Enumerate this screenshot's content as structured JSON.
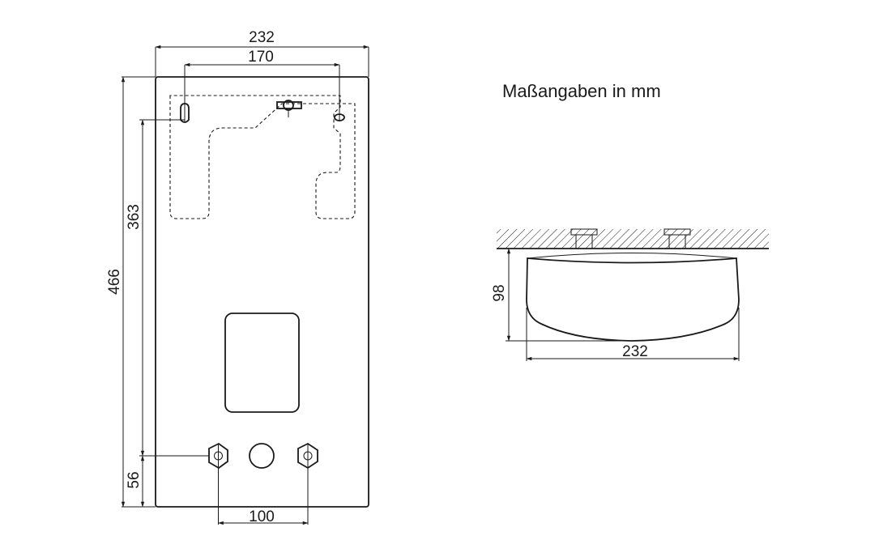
{
  "note": "Maßangaben in mm",
  "front_view": {
    "width_overall": "232",
    "hole_spacing": "170",
    "height_overall": "466",
    "hole_height": "363",
    "pipe_height": "56",
    "pipe_spacing": "100"
  },
  "side_view": {
    "depth": "98",
    "width": "232"
  }
}
